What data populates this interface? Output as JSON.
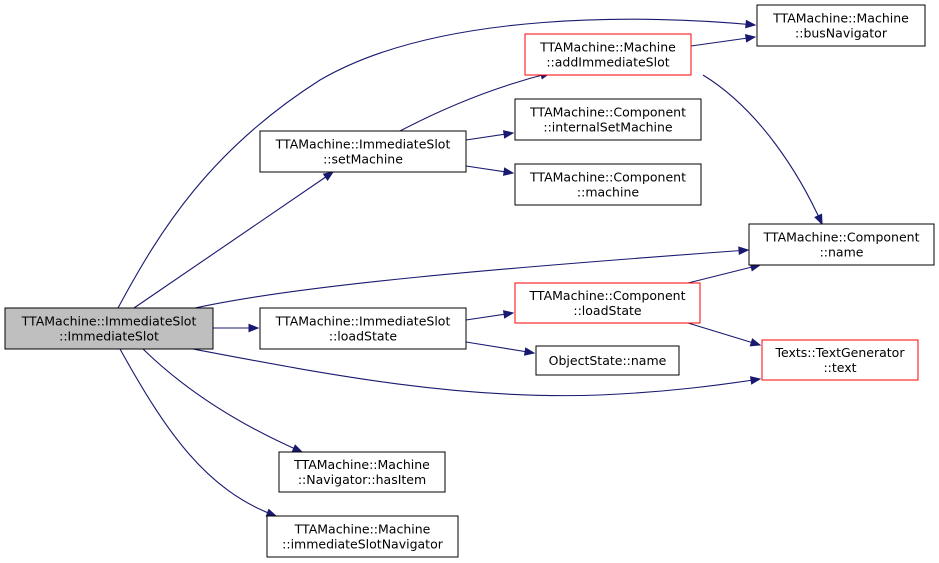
{
  "diagram": {
    "colors": {
      "edge": "#191970",
      "focus_fill": "#bfbfbf",
      "node_fill": "#ffffff",
      "border_default": "#000000",
      "border_truncated": "#ff0000"
    },
    "nodes": [
      {
        "id": "immediate-slot-ctor",
        "lines": [
          "TTAMachine::ImmediateSlot",
          "::ImmediateSlot"
        ],
        "style": "focus"
      },
      {
        "id": "immediate-slot-set-machine",
        "lines": [
          "TTAMachine::ImmediateSlot",
          "::setMachine"
        ],
        "style": "default"
      },
      {
        "id": "immediate-slot-load-state",
        "lines": [
          "TTAMachine::ImmediateSlot",
          "::loadState"
        ],
        "style": "default"
      },
      {
        "id": "machine-add-immediate-slot",
        "lines": [
          "TTAMachine::Machine",
          "::addImmediateSlot"
        ],
        "style": "truncated"
      },
      {
        "id": "component-internal-set-machine",
        "lines": [
          "TTAMachine::Component",
          "::internalSetMachine"
        ],
        "style": "default"
      },
      {
        "id": "component-machine",
        "lines": [
          "TTAMachine::Component",
          "::machine"
        ],
        "style": "default"
      },
      {
        "id": "machine-bus-navigator",
        "lines": [
          "TTAMachine::Machine",
          "::busNavigator"
        ],
        "style": "default"
      },
      {
        "id": "component-name",
        "lines": [
          "TTAMachine::Component",
          "::name"
        ],
        "style": "default"
      },
      {
        "id": "component-load-state",
        "lines": [
          "TTAMachine::Component",
          "::loadState"
        ],
        "style": "truncated"
      },
      {
        "id": "object-state-name",
        "lines": [
          "ObjectState::name"
        ],
        "style": "default"
      },
      {
        "id": "text-generator-text",
        "lines": [
          "Texts::TextGenerator",
          "::text"
        ],
        "style": "truncated"
      },
      {
        "id": "navigator-has-item",
        "lines": [
          "TTAMachine::Machine",
          "::Navigator::hasItem"
        ],
        "style": "default"
      },
      {
        "id": "machine-immediate-slot-navigator",
        "lines": [
          "TTAMachine::Machine",
          "::immediateSlotNavigator"
        ],
        "style": "default"
      }
    ],
    "edges": [
      {
        "from": "immediate-slot-ctor",
        "to": "machine-bus-navigator"
      },
      {
        "from": "immediate-slot-ctor",
        "to": "immediate-slot-set-machine"
      },
      {
        "from": "immediate-slot-ctor",
        "to": "component-name"
      },
      {
        "from": "immediate-slot-ctor",
        "to": "immediate-slot-load-state"
      },
      {
        "from": "immediate-slot-ctor",
        "to": "text-generator-text"
      },
      {
        "from": "immediate-slot-ctor",
        "to": "navigator-has-item"
      },
      {
        "from": "immediate-slot-ctor",
        "to": "machine-immediate-slot-navigator"
      },
      {
        "from": "immediate-slot-set-machine",
        "to": "machine-add-immediate-slot"
      },
      {
        "from": "immediate-slot-set-machine",
        "to": "component-internal-set-machine"
      },
      {
        "from": "immediate-slot-set-machine",
        "to": "component-machine"
      },
      {
        "from": "machine-add-immediate-slot",
        "to": "machine-bus-navigator"
      },
      {
        "from": "machine-add-immediate-slot",
        "to": "component-name"
      },
      {
        "from": "immediate-slot-load-state",
        "to": "component-load-state"
      },
      {
        "from": "immediate-slot-load-state",
        "to": "object-state-name"
      },
      {
        "from": "component-load-state",
        "to": "component-name"
      },
      {
        "from": "component-load-state",
        "to": "text-generator-text"
      }
    ]
  }
}
